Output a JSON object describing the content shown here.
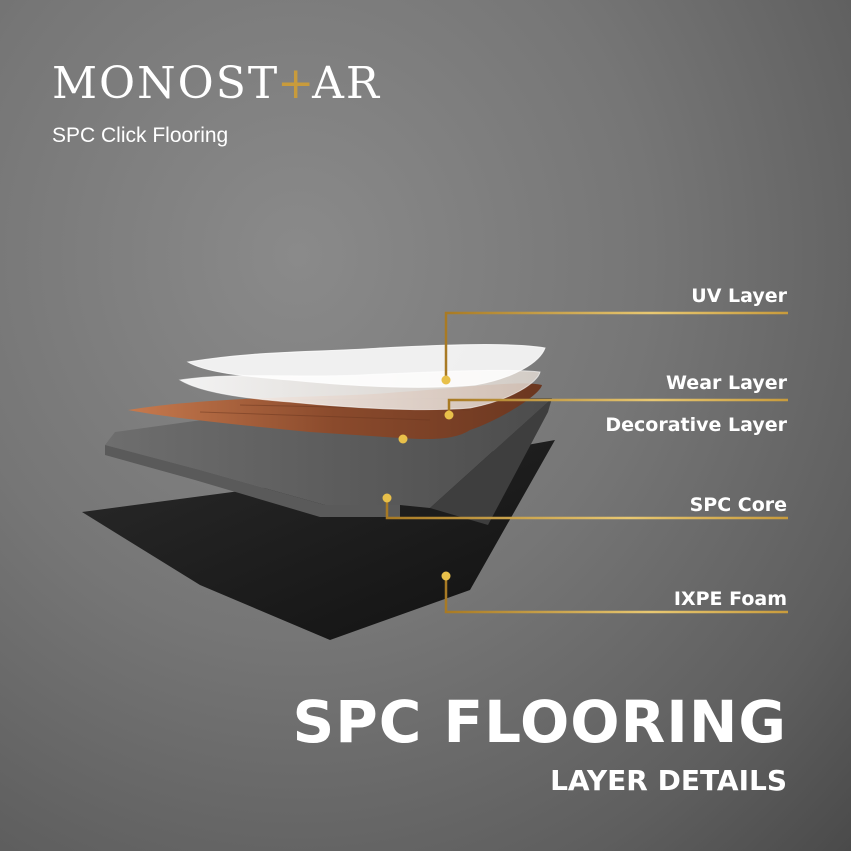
{
  "brand": {
    "name_part1": "MONOST",
    "name_plus": "+",
    "name_part2": "AR",
    "subtitle": "SPC Click Flooring"
  },
  "layers": [
    {
      "label": "UV Layer"
    },
    {
      "label": "Wear Layer"
    },
    {
      "label": "Decorative Layer"
    },
    {
      "label": "SPC Core"
    },
    {
      "label": "IXPE Foam"
    }
  ],
  "headline": {
    "title": "SPC FLOORING",
    "subtitle": "LAYER DETAILS"
  },
  "colors": {
    "accent_gold": "#c89b3c",
    "background": "#767676",
    "text": "#ffffff"
  }
}
